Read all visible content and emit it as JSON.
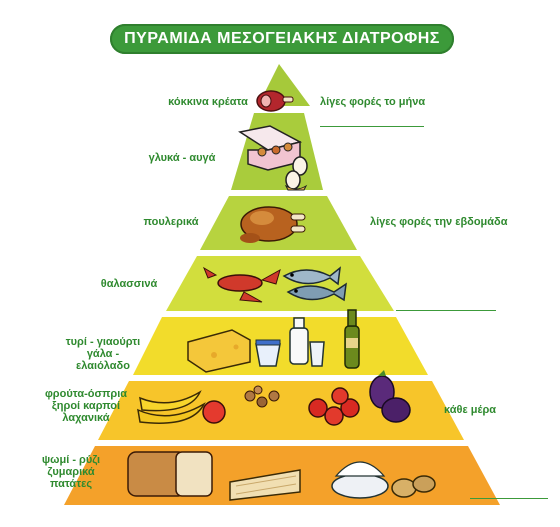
{
  "title": "ΠΥΡΑΜΙΔΑ ΜΕΣΟΓΕΙΑΚΗΣ ΔΙΑΤΡΟΦΗΣ",
  "levels": [
    {
      "left_label": "κόκκινα κρέατα",
      "right_label": "λίγες φορές το μήνα",
      "color": "#a6c93a"
    },
    {
      "left_label": "γλυκά - αυγά",
      "right_label": "",
      "color": "#a9cc3c"
    },
    {
      "left_label": "πουλερικά",
      "right_label": "λίγες φορές την εβδομάδα",
      "color": "#b7d33f"
    },
    {
      "left_label": "θαλασσινά",
      "right_label": "",
      "color": "#d2de3d"
    },
    {
      "left_label": "τυρί - γιαούρτι γάλα - ελαιόλαδο",
      "right_label": "",
      "color": "#f2dc2b"
    },
    {
      "left_label": "φρούτα-όσπρια ξηροί καρποί λαχανικά",
      "right_label": "κάθε μέρα",
      "color": "#f7c52a"
    },
    {
      "left_label": "ψωμί - ρύζι ζυμαρικά πατάτες",
      "right_label": "",
      "color": "#f4a12a"
    }
  ],
  "icons": [
    "ham-icon",
    "sweets-eggs-icon",
    "roast-chicken-icon",
    "lobster-fish-icon",
    "cheese-milk-oil-icon",
    "fruit-vegetables-nuts-icon",
    "bread-pasta-rice-icon"
  ]
}
